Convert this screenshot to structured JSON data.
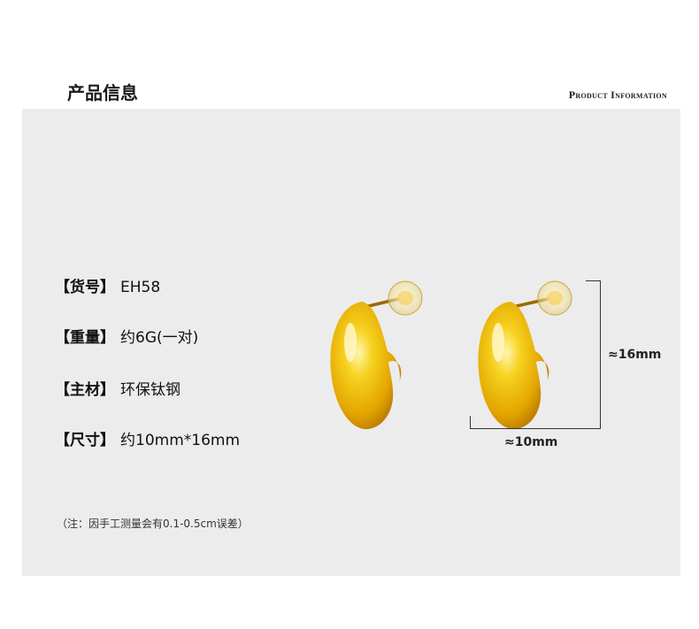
{
  "header": {
    "title_cn": "产品信息",
    "title_en": "Product Information"
  },
  "specs": [
    {
      "label": "【货号】",
      "value": "EH58"
    },
    {
      "label": "【重量】",
      "value": "约6G(一对)"
    },
    {
      "label": "【主材】",
      "value": "环保钛钢"
    },
    {
      "label": "【尺寸】",
      "value": "约10mm*16mm"
    }
  ],
  "dimensions": {
    "height_label": "≈16mm",
    "width_label": "≈10mm"
  },
  "note": "（注：因手工测量会有0.1-0.5cm误差）",
  "colors": {
    "panel": "#ececec",
    "gold": "#f2c417",
    "gold_dark": "#c98a00",
    "gold_light": "#fff3a8"
  }
}
